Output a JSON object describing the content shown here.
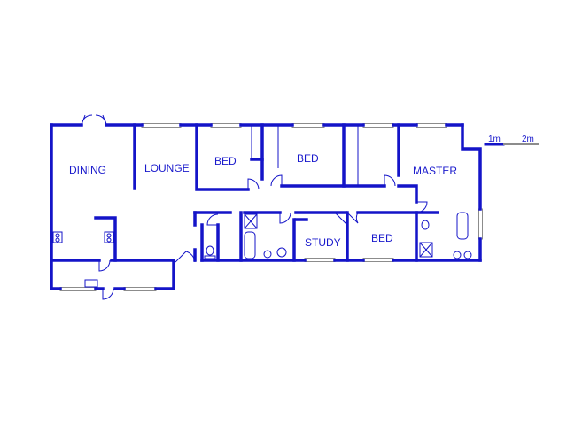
{
  "rooms": {
    "dining": "DINING",
    "lounge": "LOUNGE",
    "bed_1": "BED",
    "bed_2": "BED",
    "master": "MASTER",
    "study": "STUDY",
    "bed_3": "BED"
  },
  "scale_bar": {
    "label_1m": "1m",
    "label_2m": "2m"
  },
  "colors": {
    "wall": "#1414c8",
    "label": "#1a1acc",
    "window_frame": "#8c8c8c"
  }
}
